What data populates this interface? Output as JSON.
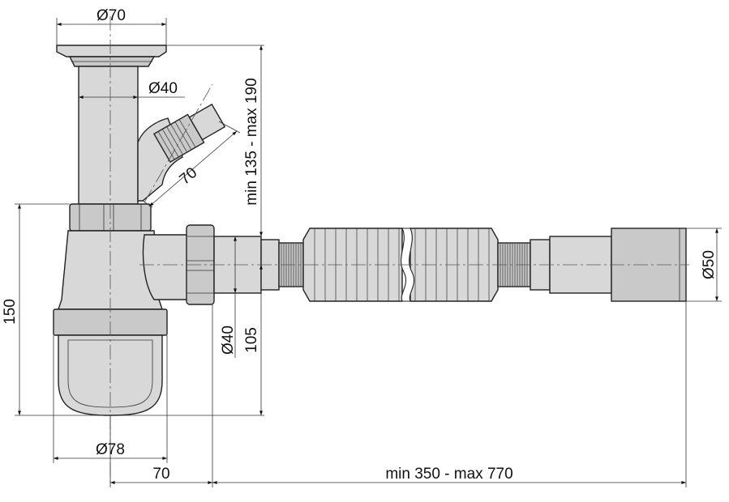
{
  "drawing": {
    "dimensions": {
      "cap_diameter": "Ø70",
      "pipe_diameter": "Ø40",
      "overflow_length": "70",
      "height_range": "min 135 - max 190",
      "trap_height": "150",
      "outlet_diameter": "Ø40",
      "outlet_height": "105",
      "end_diameter": "Ø50",
      "bottle_diameter": "Ø78",
      "offset": "70",
      "length_range": "min 350 - max 770"
    }
  }
}
